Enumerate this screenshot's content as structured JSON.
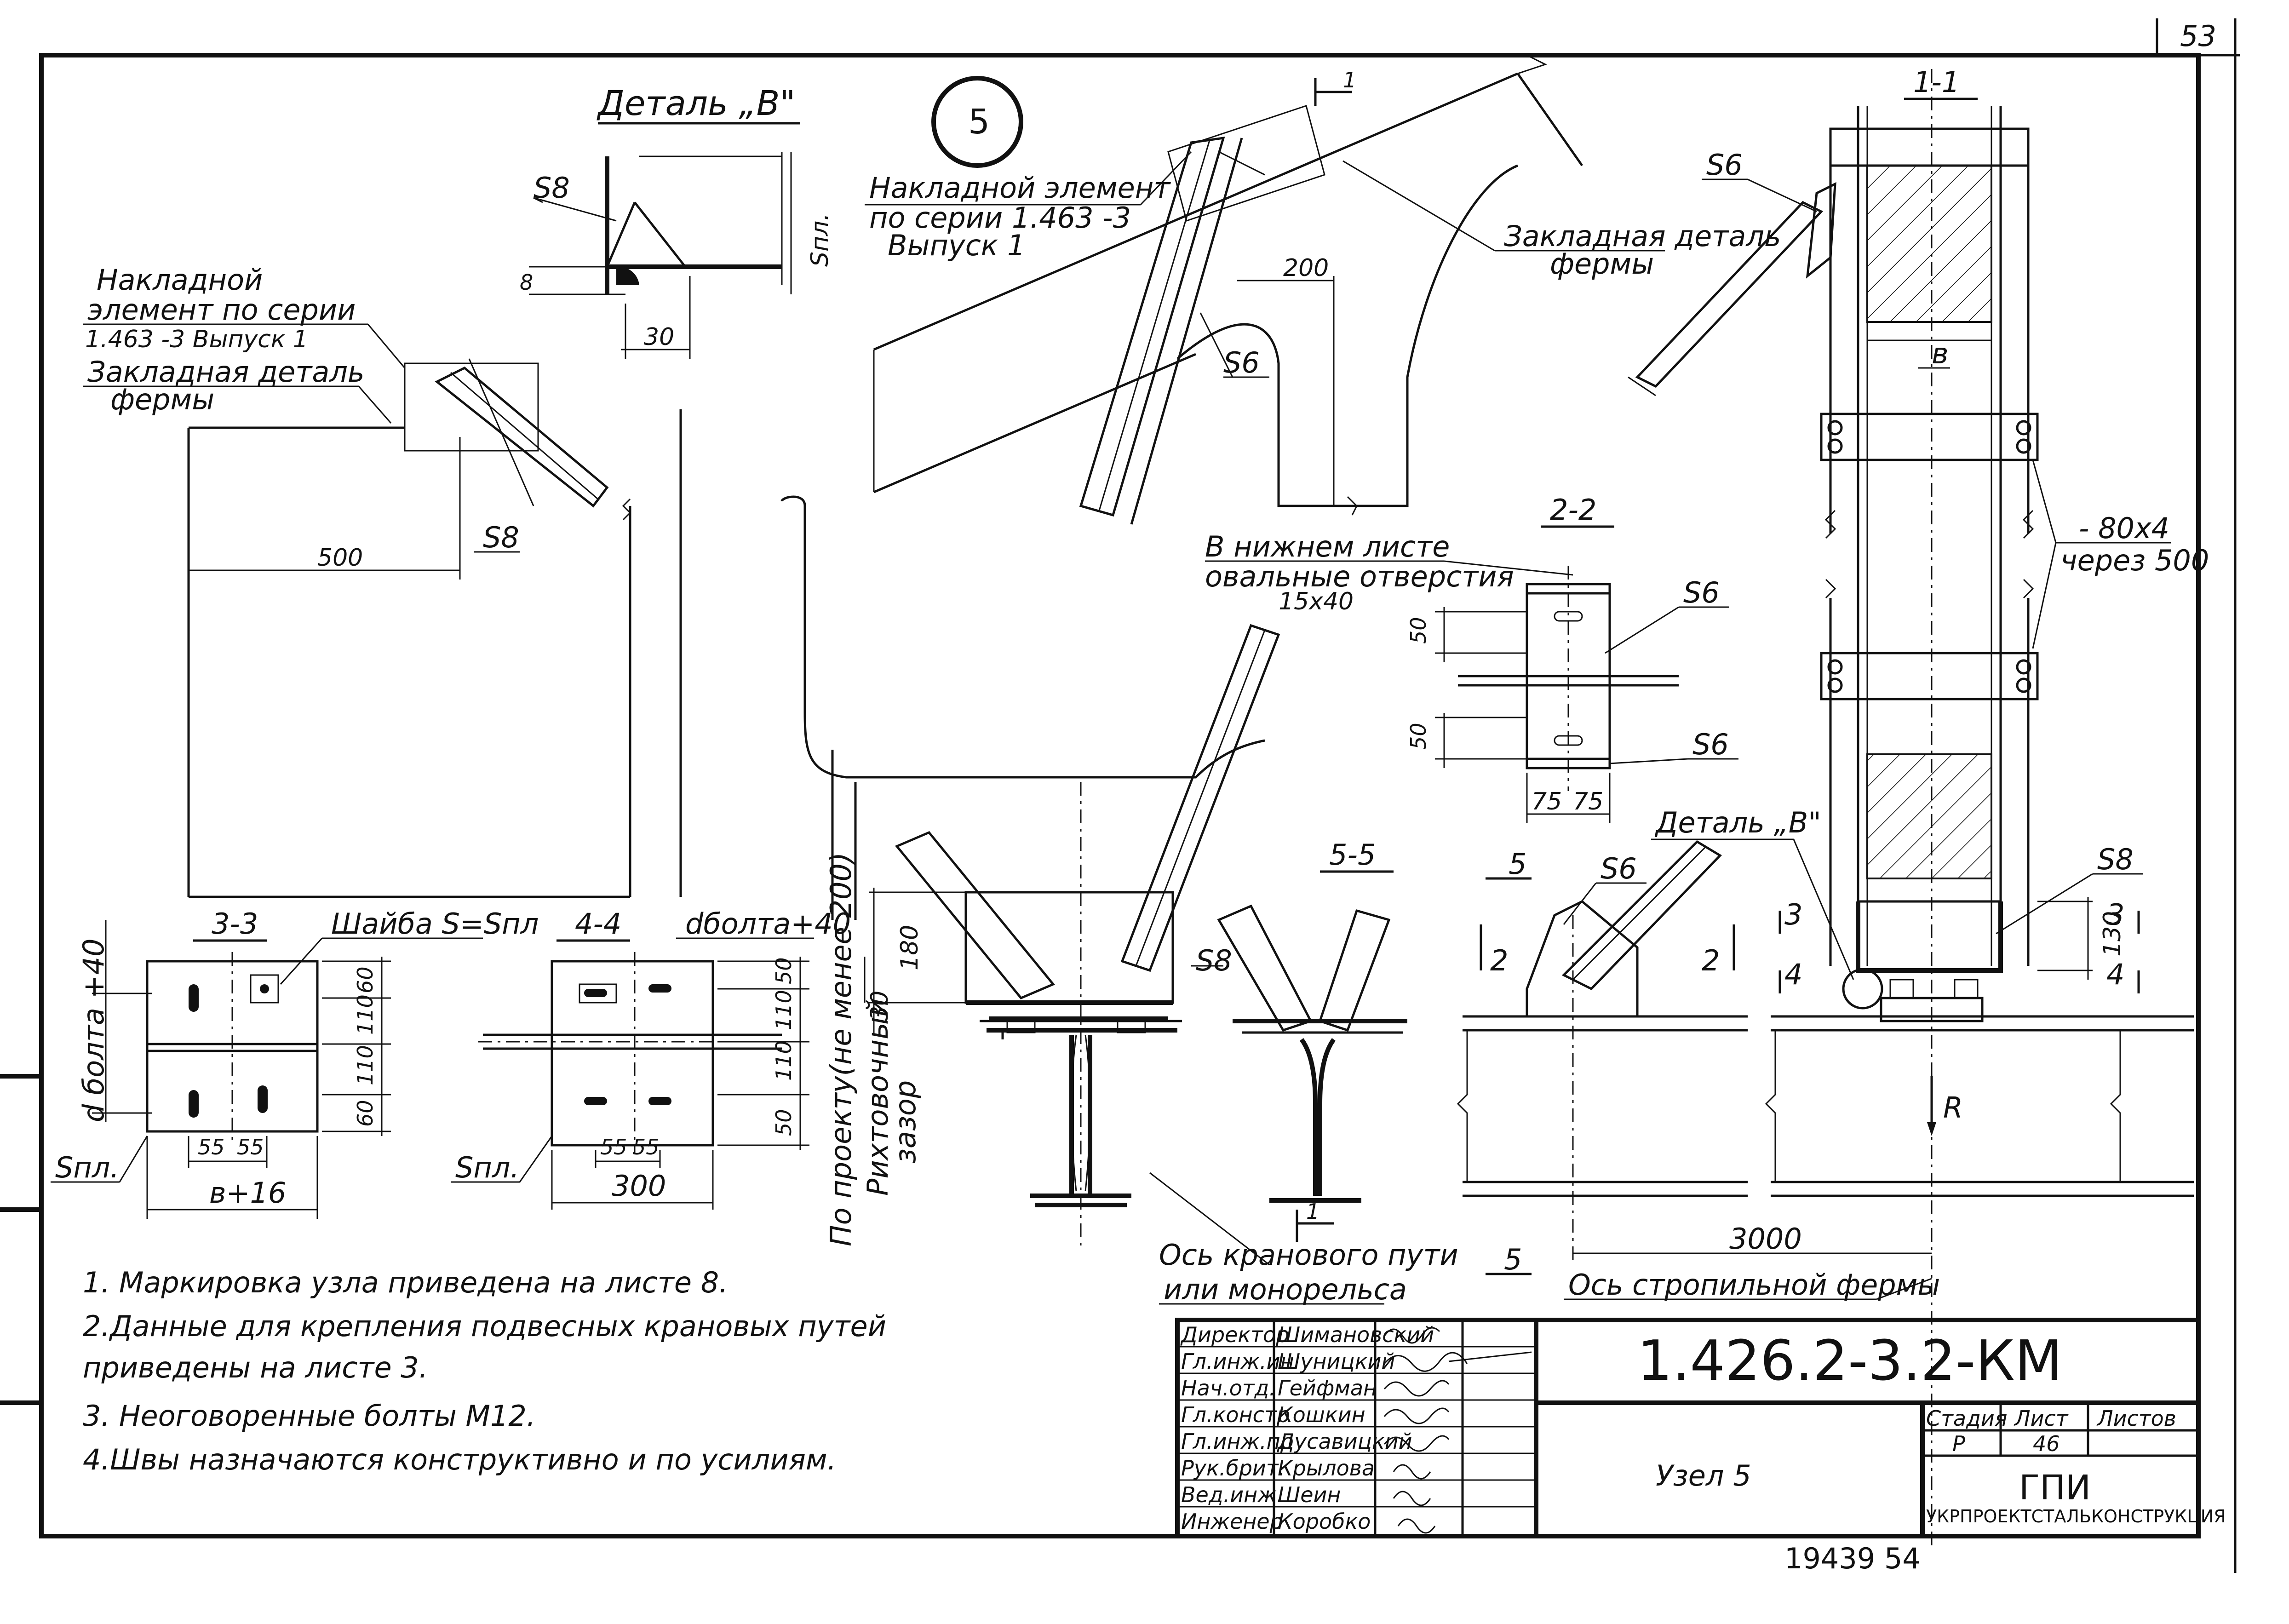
{
  "sheet_corner_number": "53",
  "node_circle": "5",
  "detail_b": {
    "title": "Деталь „В\"",
    "s8": "S8",
    "dim_8": "8",
    "dim_30": "30",
    "s_pl": "Sпл."
  },
  "left_elevation": {
    "overlay_note": [
      "Накладной",
      "элемент по серии",
      "1.463 -3   Выпуск 1"
    ],
    "embedded_note": [
      "Закладная деталь",
      "фермы"
    ],
    "dim_500": "500",
    "s8": "S8"
  },
  "top_elevation": {
    "overlay_note": [
      "Накладной элемент",
      "по серии 1.463 -3",
      "Выпуск 1"
    ],
    "embedded_note": [
      "Закладная деталь",
      "фермы"
    ],
    "dim_200": "200",
    "s6": "S6",
    "section_mark": "1"
  },
  "section_1_1": {
    "title": "1-1",
    "s6": "S6",
    "width": "в",
    "plate_note": [
      "- 80х4",
      "через 500"
    ],
    "detail_ref": "Деталь „В\"",
    "s8": "S8",
    "dim_130": "130",
    "load": "R",
    "mark_3": "3",
    "mark_4": "4"
  },
  "section_2_2": {
    "title": "2-2",
    "bottom_sheet_note": [
      "В нижнем листе",
      "овальные отверстия",
      "15х40"
    ],
    "s6_top": "S6",
    "s6_bottom": "S6",
    "dim_50a": "50",
    "dim_50b": "50",
    "dim_75a": "75",
    "dim_75b": "75"
  },
  "section_3_3": {
    "title": "3-3",
    "washer": "Шайба S=Sпл",
    "d_bolt": "d болта +40",
    "s_pl": "Sпл.",
    "dims_right": [
      "60",
      "110",
      "110",
      "60"
    ],
    "dim_55a": "55",
    "dim_55b": "55",
    "width": "в+16"
  },
  "section_4_4": {
    "title": "4-4",
    "d_bolt": "dболта+40",
    "s_pl": "Sпл.",
    "dims_right": [
      "50",
      "110",
      "110",
      "50"
    ],
    "dim_55a": "55",
    "dim_55b": "55",
    "dim_300": "300"
  },
  "main_node": {
    "dim_180": "180",
    "dim_30": "30",
    "s8": "S8",
    "gap_note": [
      "По проекту(не менее 200)",
      "Рихтовочный",
      "зазор"
    ],
    "crane_axis": [
      "Ось кранового пути",
      "или монорельса"
    ],
    "section_mark": "1"
  },
  "section_5_5": {
    "title": "5-5"
  },
  "side_view": {
    "s6": "S6",
    "mark_2a": "2",
    "mark_2b": "2",
    "mark_5a": "5",
    "mark_5b": "5",
    "dim_3000": "3000",
    "truss_axis": "Ось стропильной фермы"
  },
  "notes": [
    "1. Маркировка узла приведена на листе 8.",
    "2.Данные для крепления подвесных крановых путей",
    "приведены на листе 3.",
    "3. Неоговоренные болты М12.",
    "4.Швы назначаются конструктивно и по усилиям."
  ],
  "title_block": {
    "document_code": "1.426.2-3.2-КМ",
    "sheet_name": "Узел 5",
    "stage_label": "Стадия",
    "sheet_label": "Лист",
    "sheets_label": "Листов",
    "stage": "Р",
    "sheet": "46",
    "org_logo": "ГПИ",
    "organization": "УКРПРОЕКТСТАЛЬКОНСТРУКЦИЯ",
    "signatures": [
      {
        "role": "Директор",
        "name": "Шимановский"
      },
      {
        "role": "Гл.инж.ин",
        "name": "Шуницкий"
      },
      {
        "role": "Нач.отд.",
        "name": "Гейфман"
      },
      {
        "role": "Гл.констр",
        "name": "Кошкин"
      },
      {
        "role": "Гл.инж.пр",
        "name": "Дусавицкий"
      },
      {
        "role": "Рук.брит.",
        "name": "Крылова"
      },
      {
        "role": "Вед.инж.",
        "name": "Шеин"
      },
      {
        "role": "Инженер",
        "name": "Коробко"
      }
    ]
  },
  "archive_number": "19439  54"
}
